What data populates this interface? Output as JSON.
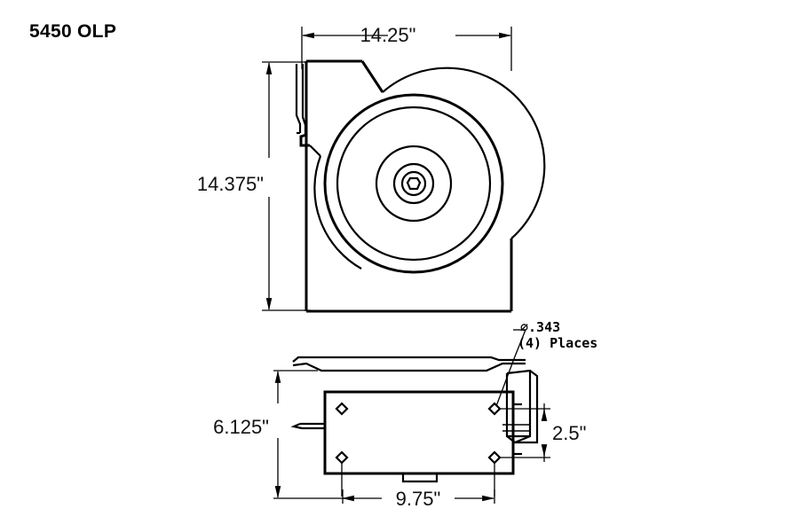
{
  "drawing": {
    "title": "5450 OLP",
    "background_color": "#ffffff",
    "line_color": "#000000",
    "views": [
      {
        "name": "front-elevation",
        "description": "Hose reel front view with concentric spool discs and frame"
      },
      {
        "name": "bottom-plan",
        "description": "Base mounting plate plan view with four mounting holes"
      }
    ],
    "dimensions": {
      "overall_width": "14.25\"",
      "overall_height": "14.375\"",
      "base_height": "6.125\"",
      "base_width": "9.75\"",
      "hole_spacing": "2.5\""
    },
    "callout": {
      "hole_diameter": "⌀.343",
      "hole_count": "(4) Places"
    }
  }
}
